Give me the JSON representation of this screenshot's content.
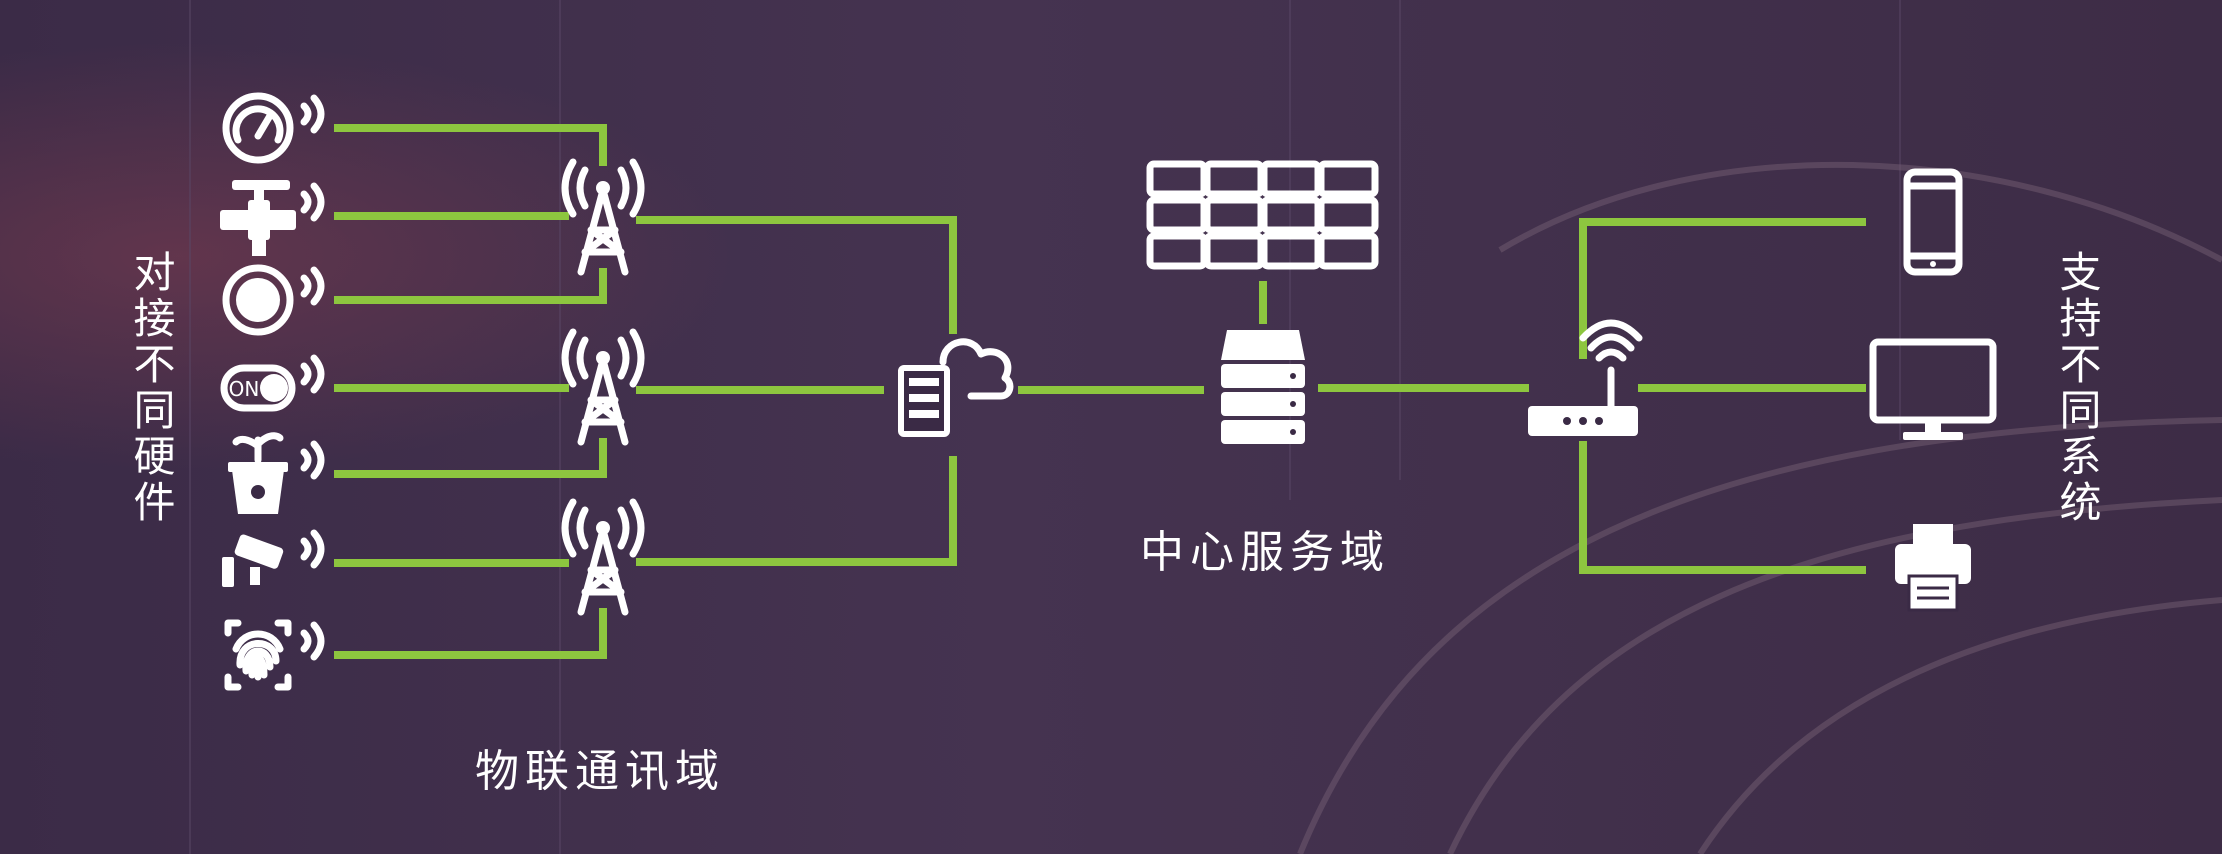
{
  "labels": {
    "left_side": "对接不同硬件",
    "right_side": "支持不同系统",
    "iot_domain": "物联通讯域",
    "center_domain": "中心服务域"
  },
  "colors": {
    "wire": "#8dc63f",
    "icon": "#ffffff",
    "background": "#3a2a45"
  },
  "devices": [
    {
      "icon": "gauge-icon"
    },
    {
      "icon": "valve-icon"
    },
    {
      "icon": "button-icon"
    },
    {
      "icon": "switch-icon"
    },
    {
      "icon": "plant-sensor-icon"
    },
    {
      "icon": "camera-icon"
    },
    {
      "icon": "fingerprint-icon"
    }
  ],
  "switch_text": "ON",
  "towers": [
    {
      "icon": "antenna-tower-icon"
    },
    {
      "icon": "antenna-tower-icon"
    },
    {
      "icon": "antenna-tower-icon"
    }
  ],
  "hub": {
    "icon": "cloud-server-icon"
  },
  "center": {
    "display_icon": "video-wall-icon",
    "server_icon": "server-stack-icon"
  },
  "router": {
    "icon": "wifi-router-icon"
  },
  "clients": [
    {
      "icon": "phone-icon"
    },
    {
      "icon": "monitor-icon"
    },
    {
      "icon": "printer-icon"
    }
  ]
}
